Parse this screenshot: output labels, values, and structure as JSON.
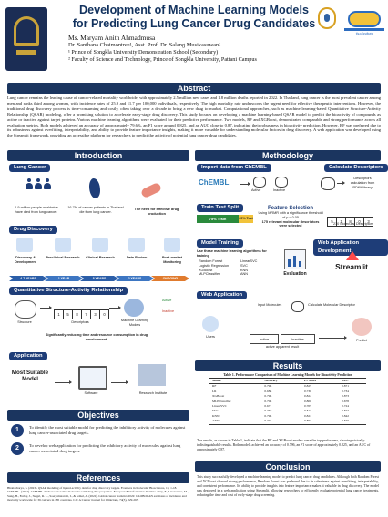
{
  "header": {
    "title_line1": "Development of Machine Learning Models",
    "title_line2": "for Predicting Lung Cancer Drug Candidates",
    "author1": "Ms. Maryam Anith Ahmadmusa",
    "author2": "Dr. Santhana Chaimontree¹, Asst. Prof. Dr. Salang Musikasuwan²",
    "affil1": "¹ Prince of Songkla University Demonstration School (Secondary)",
    "affil2": "² Faculty of Science and Technology, Prince of Songkla University, Pattani Campus",
    "logo_right_text": "ห้องเรียนพิเศษ"
  },
  "abstract": {
    "heading": "Abstract",
    "text": "Lung cancer remains the leading cause of cancer-related mortality worldwide, with approximately 2.5 million new cases and 1.8 million deaths reported in 2022. In Thailand, lung cancer is the most prevalent cancer among men and ranks third among women, with incidence rates of 25.9 and 11.7 per 100,000 individuals, respectively. The high mortality rate underscores the urgent need for effective therapeutic interventions. However, the traditional drug discovery process is time-consuming and costly, often taking over a decade to bring a new drug to market. Computational approaches, such as machine learning-based Quantitative Structure-Activity Relationship (QSAR) modeling, offer a promising solution to accelerate early-stage drug discovery. This study focuses on developing a machine learning-based QSAR model to predict the bioactivity of compounds as active or inactive against target proteins. Various machine learning algorithms were evaluated for their predictive performance. Two models, RF and XGBoost, demonstrated comparable and strong performance across all evaluation metrics. Both models achieved an accuracy of approximately 79.6%, an F1 score around 0.825, and an AUC close to 0.87, indicating their robustness in bioactivity prediction. However, RF was preferred due to its robustness against overfitting, interpretability, and ability to provide feature importance insights, making it more valuable for understanding molecular factors in drug discovery. A web application was developed using the Streamlit framework, providing an accessible platform for researchers to predict the activity of potential lung cancer drug candidates."
  },
  "introduction": {
    "heading": "Introduction",
    "lung_cancer_label": "Lung Cancer",
    "stat1": "1.9 million people worldwide have died from lung cancer.",
    "stat2": "16.7% of cancer patients in Thailand die from lung cancer.",
    "stat3": "The need for effective drug production",
    "drug_discovery_label": "Drug Discovery",
    "stages": [
      "Discovery & Development",
      "Preclinical Research",
      "Clinical Research",
      "Data Review",
      "Post-market Monitoring"
    ],
    "durations": [
      "4-7 YEARS",
      "1 YEAR",
      "8 YEARS",
      "2 YEARS",
      "ONGOING"
    ],
    "qsar_label": "Quantitative Structure-Activity Relationship",
    "qsar_sequence": [
      "1",
      "5",
      "8",
      "7",
      "3",
      "0"
    ],
    "qsar_structure": "Structure",
    "qsar_descriptors": "Descriptors",
    "qsar_ml": "Machine Learning Models",
    "qsar_active": "Active",
    "qsar_inactive": "Inactive",
    "qsar_caption": "Significantly reducing time and resource consumption in drug development.",
    "application_label": "Application",
    "most_suitable": "Most Suitable Model",
    "software": "Software",
    "research_institute": "Research Institute"
  },
  "methodology": {
    "heading": "Methodology",
    "import_label": "Import data from ChEMBL",
    "chembl": "ChEMBL",
    "active": "Active",
    "inactive": "Inactive",
    "calc_desc_label": "Calculate Descriptors",
    "calc_desc_note": "Descriptors calculation from RDKit library",
    "split_label": "Train Test Split",
    "train": "75% Train",
    "test": "25% Test",
    "feature_sel_label": "Feature Selection",
    "feature_sel_note": "Using MRMR with a significance threshold of p < 0.05",
    "feature_sel_result": "175 relevant molecular descriptors were selected",
    "desc_count": "210 Molecular Descriptors",
    "model_training_label": "Model Training",
    "model_training_note": "Use these machine learning algorithms for training",
    "algorithms": [
      "Random Forest",
      "Logistic Regression",
      "XGBoost",
      "MLPClassifier",
      "LinearSVC",
      "SVC",
      "KNN",
      "ANN"
    ],
    "evaluation": "Evaluation",
    "webapp_dev_label": "Web Application Development",
    "streamlit": "Streamlit",
    "webapp_label": "Web Application",
    "input_molecules": "Input Molecules",
    "calc_desc_step": "Calculate Molecular Descriptor",
    "users": "Users",
    "active_word": "active",
    "inactive_word": "inactive",
    "predict": "Predict",
    "ap_result": "active apparent result"
  },
  "objectives": {
    "heading": "Objectives",
    "items": [
      "To identify the most suitable model for predicting the inhibitory activity of molecules against lung cancer-associated drug targets.",
      "To develop web application for predicting the inhibitory activity of molecules against lung cancer-associated drug targets."
    ],
    "nums": [
      "1",
      "2"
    ]
  },
  "results": {
    "heading": "Results",
    "table_caption": "Table 1. Performance Comparison of Machine Learning Models for Bioactivity Prediction",
    "columns": [
      "Model",
      "Accuracy",
      "F1 Score",
      "AUC"
    ],
    "rows": [
      [
        "RF",
        "0.796",
        "0.825",
        "0.871"
      ],
      [
        "LR",
        "0.688",
        "0.730",
        "0.734"
      ],
      [
        "XGBoost",
        "0.796",
        "0.824",
        "0.873"
      ],
      [
        "MLPClassifier",
        "0.708",
        "0.800",
        "0.678"
      ],
      [
        "LinearSVC",
        "0.671",
        "0.705",
        "0.724"
      ],
      [
        "SVC",
        "0.767",
        "0.813",
        "0.827"
      ],
      [
        "KNN",
        "0.796",
        "0.821",
        "0.842"
      ],
      [
        "ANN",
        "0.773",
        "0.803",
        "0.846"
      ]
    ],
    "summary": "The results, as shown in Table 1, indicate that the RF and XGBoost models were the top performers, showing virtually indistinguishable results. Both models achieved an accuracy of 0.796, an F1 score of approximately 0.825, and an AUC of approximately 0.87."
  },
  "references": {
    "heading": "References",
    "text": "Bhattacharya, S. (2023). QSAR modeling of ligand-activity data for drug discovery targets. Frontiers in Molecular Biosciences, 10, 1-18. ChEMBL. (2024). ChEMBL database: bioactive molecules with drug-like properties. European Bioinformatics Institute. Bray, F., Laversanne, M., Sung, H., Ferlay, J., Siegel, R. L., Soerjomataram, I., & Jemal, A. (2024). Global cancer statistics 2022: GLOBOCAN estimates of incidence and mortality worldwide for 36 cancers in 185 countries. CA: A Cancer Journal for Clinicians, 74(3), 229-263."
  },
  "conclusion": {
    "heading": "Conclusion",
    "text": "This study successfully developed a machine learning model to predict lung cancer drug candidates. Although both Random Forest and XGBoost showed strong performance, Random Forest was preferred due to its robustness against overfitting, interpretability, and consistent performance. Its ability to provide insights into feature importance makes it valuable in drug discovery. The model was deployed in a web application using Streamlit, allowing researchers to efficiently evaluate potential lung cancer treatments, reducing the time and cost of early-stage drug screening."
  }
}
